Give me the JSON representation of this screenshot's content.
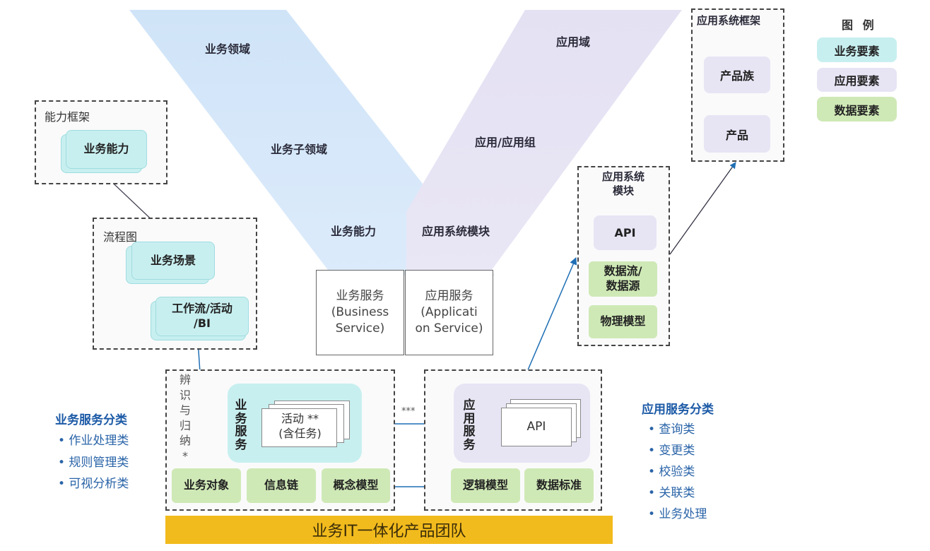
{
  "v_shape": {
    "business_band": [
      "业务领域",
      "业务子领域",
      "业务能力"
    ],
    "application_band": [
      "应用域",
      "应用/应用组",
      "应用系统模块"
    ]
  },
  "service_boxes": {
    "business": [
      "业务服务",
      "(Business",
      "Service)"
    ],
    "application": [
      "应用服务",
      "(Applicati",
      "on Service)"
    ]
  },
  "capability_framework": {
    "title": "能力框架",
    "item": "业务能力"
  },
  "process_map": {
    "title": "流程图",
    "scenario": "业务场景",
    "workflow": [
      "工作流/活动",
      "/BI"
    ]
  },
  "app_system_framework": {
    "title": "应用系统框架",
    "family": "产品族",
    "product": "产品"
  },
  "app_system_module": {
    "title": [
      "应用系统",
      "模块"
    ],
    "api": "API",
    "dataflow": [
      "数据流/",
      "数据源"
    ],
    "physical_model": "物理模型"
  },
  "legend": {
    "title": "图 例",
    "items": [
      {
        "label": "业务要素",
        "color": "#c8eff0"
      },
      {
        "label": "应用要素",
        "color": "#e7e5f4"
      },
      {
        "label": "数据要素",
        "color": "#cfe9b6"
      }
    ]
  },
  "business_service_block": {
    "side_label": [
      "辨",
      "识",
      "与",
      "归",
      "纳",
      "*"
    ],
    "vertical_title": [
      "业",
      "务",
      "服",
      "务"
    ],
    "activity": [
      "活动 **",
      "(含任务)"
    ],
    "data_items": [
      "业务对象",
      "信息链",
      "概念模型"
    ]
  },
  "connector_label": "***",
  "application_service_block": {
    "vertical_title": [
      "应",
      "用",
      "服",
      "务"
    ],
    "api": "API",
    "data_items": [
      "逻辑模型",
      "数据标准"
    ]
  },
  "business_service_categories": {
    "title": "业务服务分类",
    "items": [
      "• 作业处理类",
      "• 规则管理类",
      "• 可视分析类"
    ]
  },
  "application_service_categories": {
    "title": "应用服务分类",
    "items": [
      "• 查询类",
      "• 变更类",
      "• 校验类",
      "• 关联类",
      "• 业务处理"
    ]
  },
  "team_bar": "业务IT一体化产品团队",
  "colors": {
    "business_band": "#d3e6fa",
    "application_band": "#e6e3f4",
    "business_element": "#c8eff0",
    "application_element": "#e7e5f4",
    "data_element": "#cfe9b6",
    "team_bar": "#f2bb1d",
    "arrow": "#1f6fb5",
    "category_text": "#1c5aa6"
  }
}
